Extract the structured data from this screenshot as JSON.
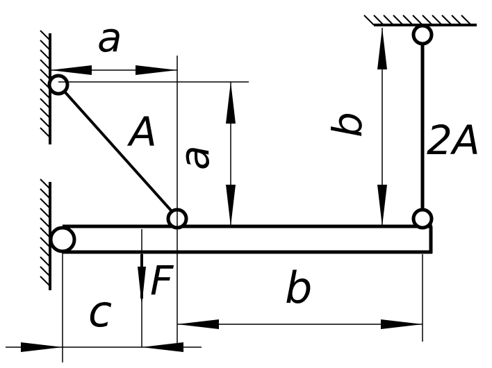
{
  "labels": {
    "dim_a_horizontal": "a",
    "dim_a_vertical": "a",
    "dim_b_vertical": "b",
    "dim_b_horizontal": "b",
    "dim_c": "c",
    "rod_left_area": "A",
    "rod_right_area": "2A",
    "force": "F"
  },
  "colors": {
    "line": "#000000",
    "background": "#ffffff"
  }
}
